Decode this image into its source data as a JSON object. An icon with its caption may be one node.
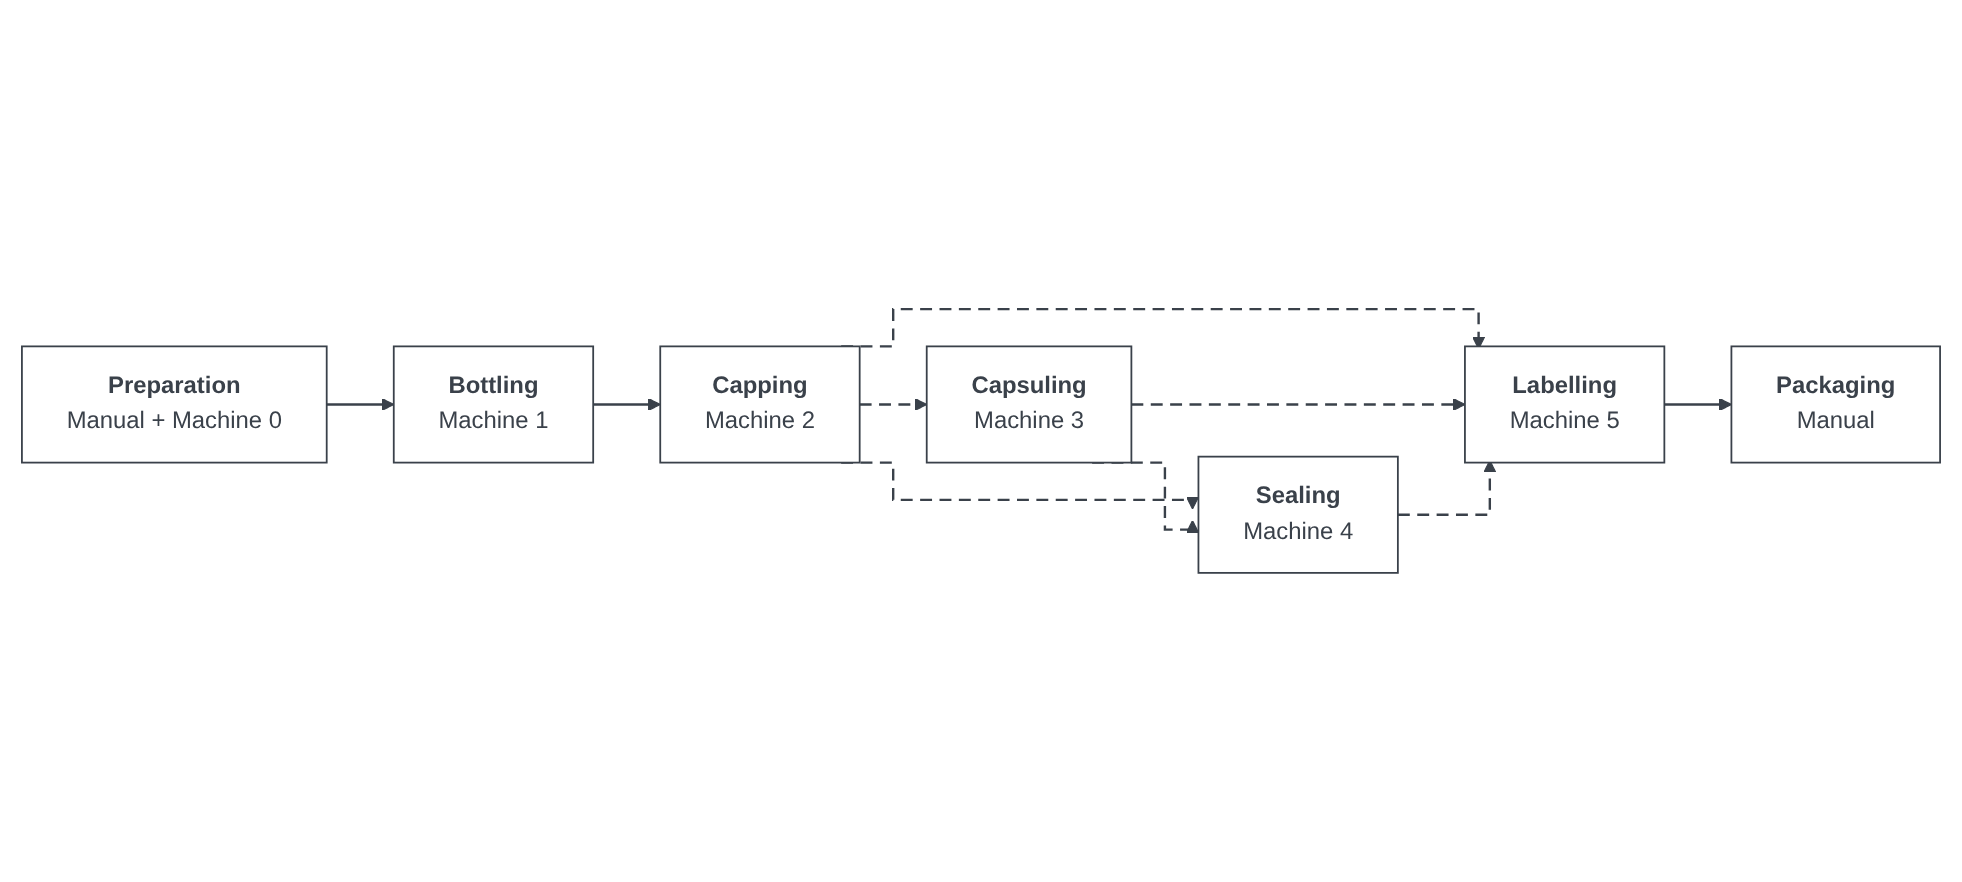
{
  "diagram": {
    "nodes": [
      {
        "text": [
          "Bottling",
          "Machine 1"
        ]
      },
      {
        "text": [
          "Capping",
          "Machine 2"
        ]
      },
      {
        "text": [
          "Capsuling",
          "Machine 3"
        ]
      },
      {
        "text": [
          "Sealing",
          "Machine 4"
        ]
      },
      {
        "text": [
          "Labelling",
          "Machine 5"
        ]
      },
      {
        "text": [
          "Packaging",
          "Manual"
        ]
      },
      {
        "text": [
          "Preparation",
          "Manual + Machine 0"
        ]
      }
    ],
    "edges": [
      {
        "from": 6,
        "to": 0,
        "arrow": "to"
      },
      {
        "from": 0,
        "to": 1,
        "arrow": "to"
      },
      {
        "from": 1,
        "to": 2,
        "arrow": "to",
        "style": "dashed"
      },
      {
        "from": 1,
        "to": 3,
        "arrow": "to",
        "style": "dashed"
      },
      {
        "from": 1,
        "to": 4,
        "arrow": "to",
        "style": "dashed"
      },
      {
        "from": 2,
        "to": 3,
        "arrow": "to",
        "style": "dashed"
      },
      {
        "from": 2,
        "to": 4,
        "arrow": "to",
        "style": "dashed"
      },
      {
        "from": 3,
        "to": 4,
        "arrow": "to",
        "style": "dashed"
      },
      {
        "from": 4,
        "to": 5,
        "arrow": "to"
      }
    ]
  }
}
